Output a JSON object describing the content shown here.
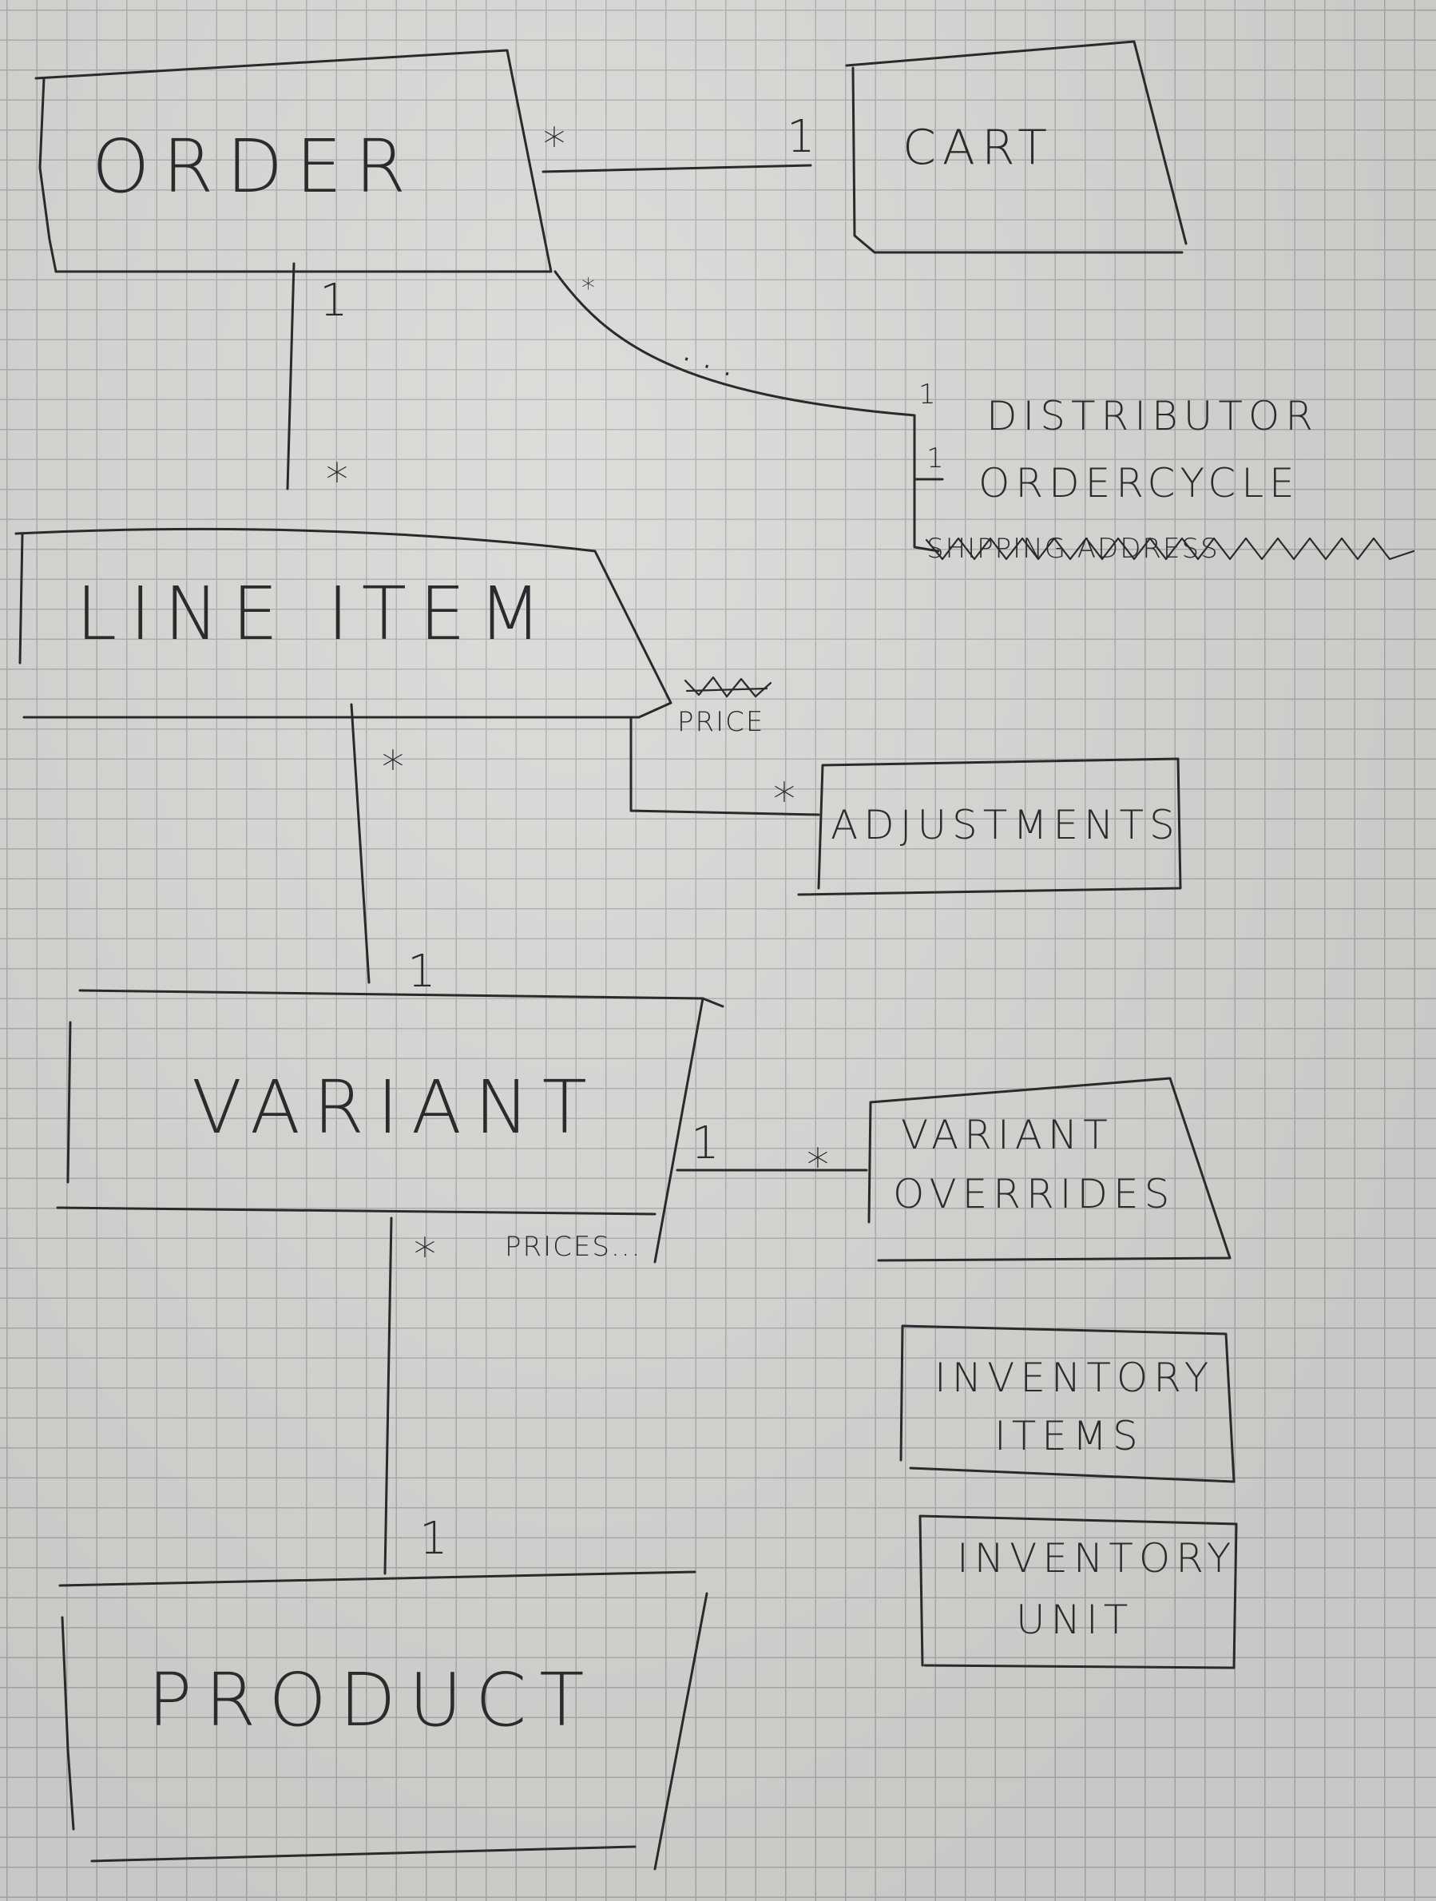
{
  "entities": {
    "order": "ORDER",
    "cart": "CART",
    "line_item": "LINE ITEM",
    "adjustments": "ADJUSTMENTS",
    "variant": "VARIANT",
    "variant_overrides": [
      "VARIANT",
      "OVERRIDES"
    ],
    "inventory_items": [
      "INVENTORY",
      "ITEMS"
    ],
    "inventory_unit": [
      "INVENTORY",
      "UNIT"
    ],
    "product": "PRODUCT"
  },
  "attributes": {
    "distributor": "DISTRIBUTOR",
    "order_cycle": "ORDERCYCLE",
    "shipping_address": "SHIPPING ADDRESS",
    "price": "PRICE",
    "prices": "PRICES..."
  },
  "annotations": {
    "ellipsis": "..."
  },
  "multiplicities": {
    "order_cart_many": "*",
    "order_cart_one": "1",
    "order_lineitem_one": "1",
    "order_lineitem_many": "*",
    "order_distributor_many": "*",
    "distributor_one": "1",
    "order_cycle_one": "1",
    "lineitem_variant_many": "*",
    "lineitem_variant_one": "1",
    "lineitem_adjustments_many": "*",
    "variant_overrides_one": "1",
    "variant_overrides_many": "*",
    "variant_product_many": "*",
    "variant_product_one": "1"
  }
}
